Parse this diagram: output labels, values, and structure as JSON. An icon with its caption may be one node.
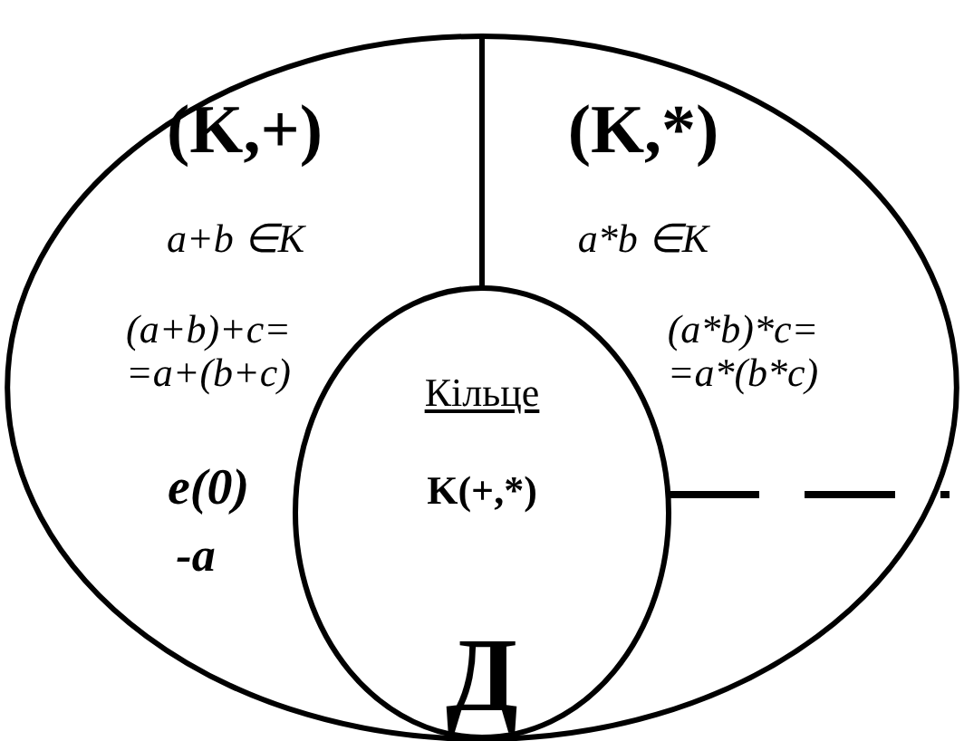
{
  "diagram": {
    "nodes": [
      {
        "text": [
          "(K,+)",
          "a+b ∈K",
          "(a+b)+c= =a+(b+c)",
          "e(0)",
          "-a"
        ]
      },
      {
        "text": [
          "(K,*)",
          "a*b ∈K",
          "(a*b)*c= =a*(b*c)"
        ]
      },
      {
        "text": [
          "Кільце",
          "K(+,*)"
        ]
      }
    ],
    "labels": [
      "Д"
    ]
  }
}
